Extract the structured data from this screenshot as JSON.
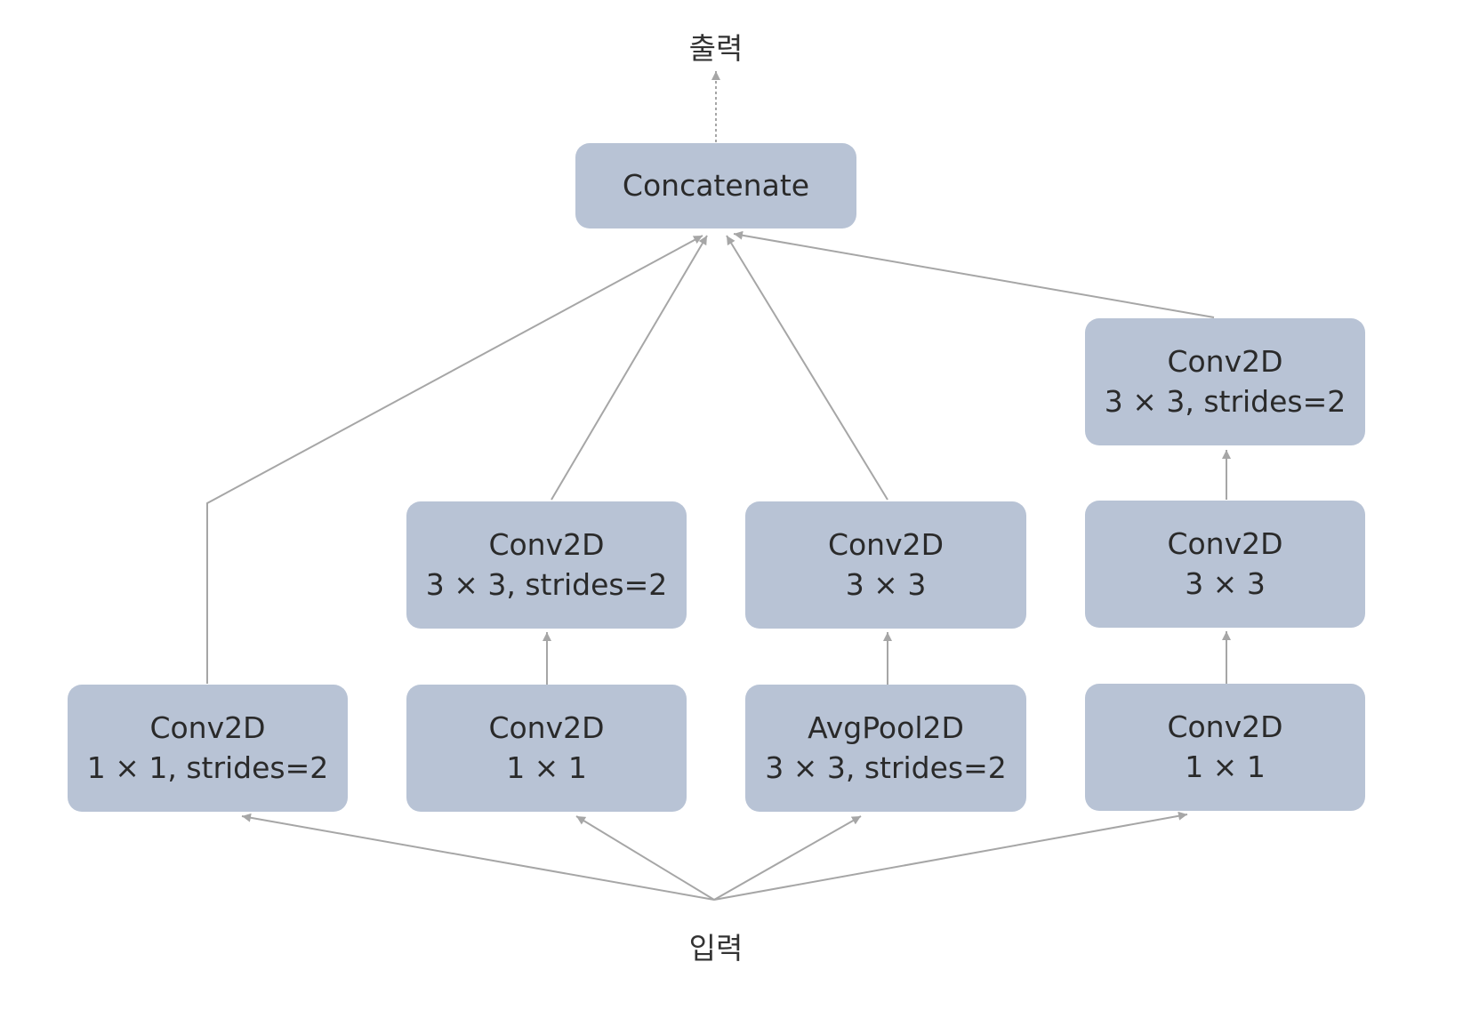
{
  "output_label": "출력",
  "input_label": "입력",
  "concat": {
    "label": "Concatenate"
  },
  "branches": {
    "b1": {
      "l1": "Conv2D",
      "l2": "1 × 1, strides=2"
    },
    "b2_bottom": {
      "l1": "Conv2D",
      "l2": "1 × 1"
    },
    "b2_top": {
      "l1": "Conv2D",
      "l2": "3 × 3, strides=2"
    },
    "b3_bottom": {
      "l1": "AvgPool2D",
      "l2": "3 × 3, strides=2"
    },
    "b3_top": {
      "l1": "Conv2D",
      "l2": "3 × 3"
    },
    "b4_bottom": {
      "l1": "Conv2D",
      "l2": "1 × 1"
    },
    "b4_middle": {
      "l1": "Conv2D",
      "l2": "3 × 3"
    },
    "b4_top": {
      "l1": "Conv2D",
      "l2": "3 × 3, strides=2"
    }
  },
  "colors": {
    "box": "#b8c3d5",
    "edge": "#a6a6a6",
    "text": "#2a2a2a"
  }
}
